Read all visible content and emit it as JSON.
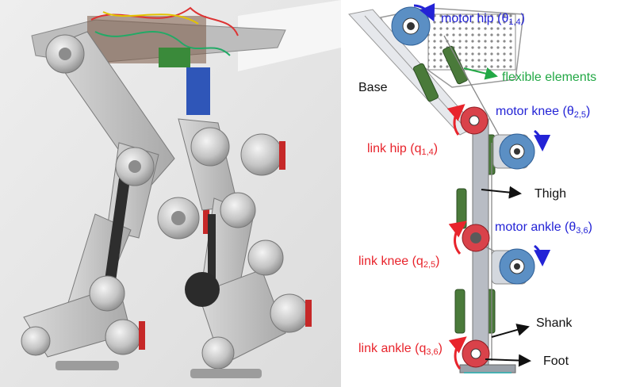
{
  "labels": {
    "motor_hip": {
      "prefix": "motor hip (θ",
      "sub": "1,4",
      "suffix": ")"
    },
    "flexible_elements": "flexible elements",
    "base": "Base",
    "motor_knee": {
      "prefix": "motor knee (θ",
      "sub": "2,5",
      "suffix": ")"
    },
    "link_hip": {
      "prefix": "link hip (q",
      "sub": "1,4",
      "suffix": ")"
    },
    "thigh": "Thigh",
    "motor_ankle": {
      "prefix": "motor ankle (θ",
      "sub": "3,6",
      "suffix": ")"
    },
    "link_knee": {
      "prefix": "link knee (q",
      "sub": "2,5",
      "suffix": ")"
    },
    "shank": "Shank",
    "link_ankle": {
      "prefix": "link ankle (q",
      "sub": "3,6",
      "suffix": ")"
    },
    "foot": "Foot"
  },
  "colors": {
    "motor": "#2323d6",
    "link": "#e8242c",
    "flexible": "#22a845",
    "body": "#111111",
    "motor_face": "#5b8fc4",
    "link_face": "#d9424a",
    "spring": "#4a7a3a",
    "frame": "#b8bcc4"
  }
}
